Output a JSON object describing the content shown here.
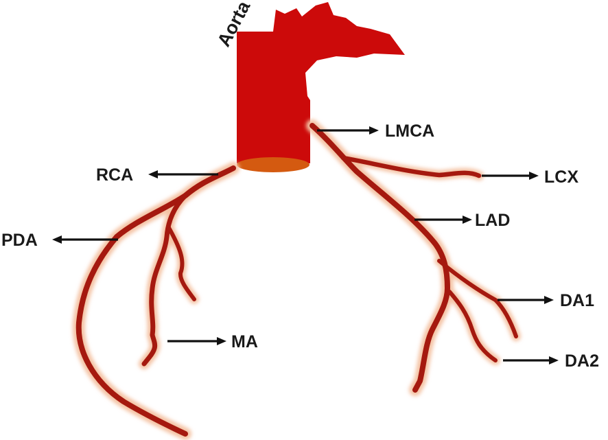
{
  "labels": {
    "aorta": "Aorta",
    "lmca": "LMCA",
    "rca": "RCA",
    "lcx": "LCX",
    "pda": "PDA",
    "lad": "LAD",
    "ma": "MA",
    "da1": "DA1",
    "da2": "DA2"
  },
  "colors": {
    "aorta": "#cc0a0a",
    "aorta_opening": "#d45a10",
    "vessel": "#a5190f",
    "vessel_glow": "#f4c3a4",
    "arrow": "#111111",
    "text": "#1a1a1a"
  }
}
